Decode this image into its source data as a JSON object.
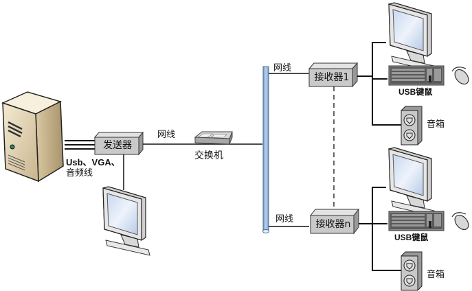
{
  "diagram": {
    "title": "",
    "nodes": {
      "server": {
        "icon": "server-tower-icon"
      },
      "sender": {
        "label": "发送器"
      },
      "switch": {
        "label": "交换机"
      },
      "receiver_1": {
        "label": "接收器1"
      },
      "receiver_n": {
        "label": "接收器n"
      },
      "local_monitor": {
        "icon": "monitor-icon"
      },
      "monitor_1": {
        "icon": "monitor-icon"
      },
      "monitor_n": {
        "icon": "monitor-icon"
      },
      "keyboard_mouse_1": {
        "label": "USB键鼠"
      },
      "keyboard_mouse_n": {
        "label": "USB键鼠"
      },
      "speaker_1": {
        "label": "音箱"
      },
      "speaker_n": {
        "label": "音箱"
      }
    },
    "edge_labels": {
      "server_to_sender_line1": "Usb、VGA、",
      "server_to_sender_line2": "音频线",
      "sender_to_switch": "网线",
      "bus_to_receiver_1": "网线",
      "bus_to_receiver_n": "网线"
    },
    "colors": {
      "bus": "#9dbde0",
      "bus_edge": "#4a6a90",
      "box_fill": "#c9c9c9",
      "line": "#111111"
    }
  }
}
